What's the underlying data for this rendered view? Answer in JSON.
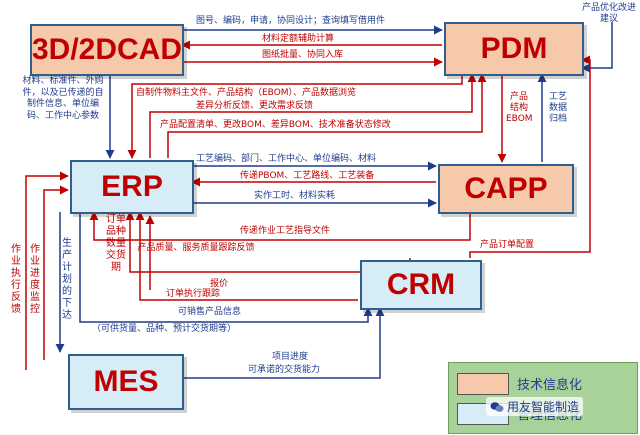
{
  "nodes": {
    "cad": "3D/2DCAD",
    "pdm": "PDM",
    "erp": "ERP",
    "capp": "CAPP",
    "crm": "CRM",
    "mes": "MES"
  },
  "labels": {
    "cad_pdm_top": "图号、编码，申请，协同设计；查询填写借用件",
    "cad_pdm_1": "材料定额辅助计算",
    "cad_pdm_2": "图纸批量、协同入库",
    "pdm_optimize": "产品优化改进建议",
    "cad_erp_materials": "材料、标准件、外购件，以及已传递的自制件信息、单位编码、工作中心参数",
    "pdm_erp_1": "自制件物料主文件、产品结构（EBOM）、产品数据浏览",
    "pdm_erp_2": "差异分析反馈、更改需求反馈",
    "pdm_erp_3": "产品配置清单、更改BOM、差异BOM、技术准备状态修改",
    "pdm_capp_ebom": "产品结构EBOM",
    "capp_pdm_archive": "工艺数据归档",
    "erp_capp_1": "工艺编码、部门、工作中心、单位编码、材料",
    "erp_capp_2": "传递PBOM、工艺路线、工艺装备",
    "erp_capp_3": "实作工时、材料实耗",
    "erp_capp_4": "传递作业工艺指导文件",
    "order_info": "订单品种数量交货期",
    "crm_erp_quality": "产品质量、服务质量跟踪反馈",
    "crm_pdm_order": "产品订单配置",
    "crm_erp_quote": "报价",
    "crm_erp_order": "订单执行跟踪",
    "erp_crm_sell": "可销售产品信息",
    "erp_crm_detail": "（可供货量、品种、预计交货期等）",
    "mes_erp_feedback": "作业执行反馈",
    "mes_erp_monitor": "作业进度监控",
    "erp_mes_plan": "生产计划的下达",
    "mes_crm_1": "项目进度",
    "mes_crm_2": "可承诺的交货能力"
  },
  "legend": {
    "tech": "技术信息化",
    "mgmt": "管理信息化"
  },
  "watermark": "用友智能制造",
  "colors": {
    "tech_fill": "#f7c9ab",
    "mgmt_fill": "#d6ecf6",
    "node_text": "#c00000",
    "red_arrow": "#c00000",
    "blue_arrow": "#1f3c8c",
    "legend_bg": "#a9d29a"
  }
}
